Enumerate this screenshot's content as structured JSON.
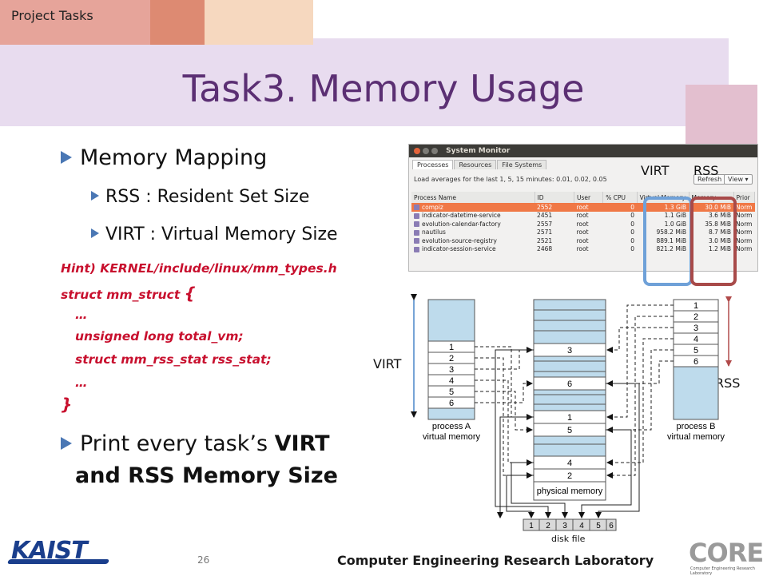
{
  "header": {
    "section_label": "Project Tasks",
    "title": "Task3. Memory Usage"
  },
  "bullets": {
    "memory_mapping": "Memory Mapping",
    "rss": "RSS : Resident Set Size",
    "virt": "VIRT : Virtual Memory Size",
    "print_line1_prefix": "Print every task’s ",
    "print_line1_bold": "VIRT",
    "print_line2": "and RSS Memory Size"
  },
  "hint": {
    "line1": "Hint)  KERNEL/include/linux/mm_types.h",
    "line2a": "struct mm_struct ",
    "line2b": "{",
    "line3": "…",
    "line4": "unsigned long total_vm;",
    "line5": "struct mm_rss_stat rss_stat;",
    "line6": "…",
    "line7": "}"
  },
  "system_monitor": {
    "window_title": "System Monitor",
    "tabs": [
      "Processes",
      "Resources",
      "File Systems"
    ],
    "load_text": "Load averages for the last 1, 5, 15 minutes: 0.01, 0.02, 0.05",
    "refresh_label": "Refresh",
    "view_label": "View ▾",
    "columns": [
      "Process Name",
      "ID",
      "User",
      "% CPU",
      "Virtual Memory",
      "Memory",
      "Prior"
    ],
    "rows": [
      {
        "name": "compiz",
        "id": "2552",
        "user": "root",
        "cpu": "0",
        "virt": "1.3 GiB",
        "mem": "30.0 MiB",
        "prio": "Norm"
      },
      {
        "name": "indicator-datetime-service",
        "id": "2451",
        "user": "root",
        "cpu": "0",
        "virt": "1.1 GiB",
        "mem": "3.6 MiB",
        "prio": "Norm"
      },
      {
        "name": "evolution-calendar-factory",
        "id": "2557",
        "user": "root",
        "cpu": "0",
        "virt": "1.0 GiB",
        "mem": "35.8 MiB",
        "prio": "Norm"
      },
      {
        "name": "nautilus",
        "id": "2571",
        "user": "root",
        "cpu": "0",
        "virt": "958.2 MiB",
        "mem": "8.7 MiB",
        "prio": "Norm"
      },
      {
        "name": "evolution-source-registry",
        "id": "2521",
        "user": "root",
        "cpu": "0",
        "virt": "889.1 MiB",
        "mem": "3.0 MiB",
        "prio": "Norm"
      },
      {
        "name": "indicator-session-service",
        "id": "2468",
        "user": "root",
        "cpu": "0",
        "virt": "821.2 MiB",
        "mem": "1.2 MiB",
        "prio": "Norm"
      }
    ]
  },
  "overlay_labels": {
    "virt_top": "VIRT",
    "rss_top": "RSS",
    "virt_side": "VIRT",
    "rss_side": "RSS"
  },
  "diagram": {
    "process_a_blocks": [
      "1",
      "2",
      "3",
      "4",
      "5",
      "6"
    ],
    "process_a_label1": "process A",
    "process_a_label2": "virtual memory",
    "process_b_blocks": [
      "1",
      "2",
      "3",
      "4",
      "5",
      "6"
    ],
    "process_b_label1": "process B",
    "process_b_label2": "virtual memory",
    "physical_labels": {
      "p3": "3",
      "p6": "6",
      "p1": "1",
      "p5": "5",
      "p4": "4",
      "p2": "2"
    },
    "physical_memory_label": "physical memory",
    "disk_cells": [
      "1",
      "2",
      "3",
      "4",
      "5",
      "6"
    ],
    "disk_file_label": "disk file"
  },
  "footer": {
    "page_number": "26",
    "lab_name": "Computer Engineering Research Laboratory",
    "kaist_logo": "KAIST",
    "core_logo": "CORE",
    "core_sub": "Computer Engineering Research Laboratory"
  }
}
